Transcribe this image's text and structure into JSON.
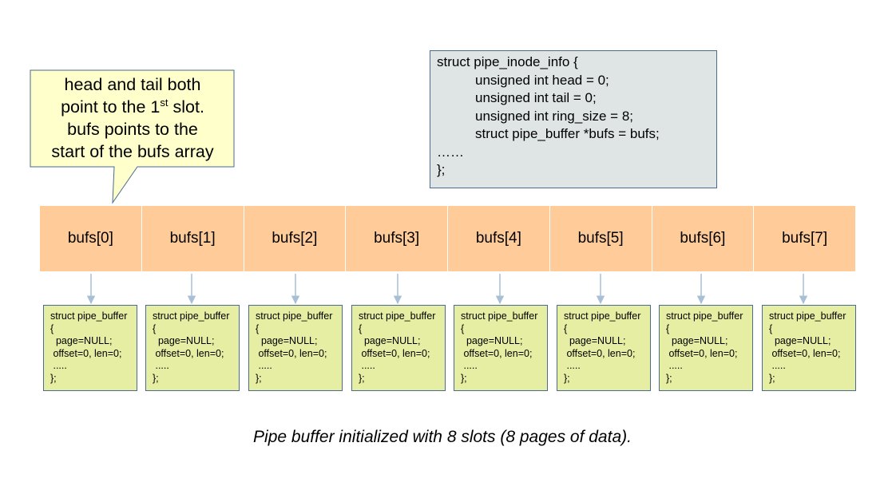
{
  "callout": {
    "line1": "head and tail both",
    "line2_pre": "point to the 1",
    "line2_sup": "st",
    "line2_post": " slot.",
    "line3": "bufs points to the",
    "line4": "start of the bufs array"
  },
  "struct_info": {
    "lines": [
      "struct pipe_inode_info {",
      "unsigned int head = 0;",
      "unsigned int tail = 0;",
      "unsigned int ring_size = 8;",
      "struct pipe_buffer *bufs = bufs;",
      "……",
      "};"
    ]
  },
  "bufs": [
    "bufs[0]",
    "bufs[1]",
    "bufs[2]",
    "bufs[3]",
    "bufs[4]",
    "bufs[5]",
    "bufs[6]",
    "bufs[7]"
  ],
  "pipe_buffer": {
    "lines": [
      "struct pipe_buffer",
      "{",
      "  page=NULL;",
      " offset=0, len=0;",
      " .....",
      "};"
    ]
  },
  "caption": "Pipe buffer initialized with 8 slots (8 pages of data).",
  "colors": {
    "array_fill": "#ffcc99",
    "pb_fill": "#e6eea3",
    "callout_fill": "#ffffcc",
    "struct_fill": "#dfe5e5",
    "arrow": "#a9bfd6",
    "border": "#4a6a8e"
  }
}
